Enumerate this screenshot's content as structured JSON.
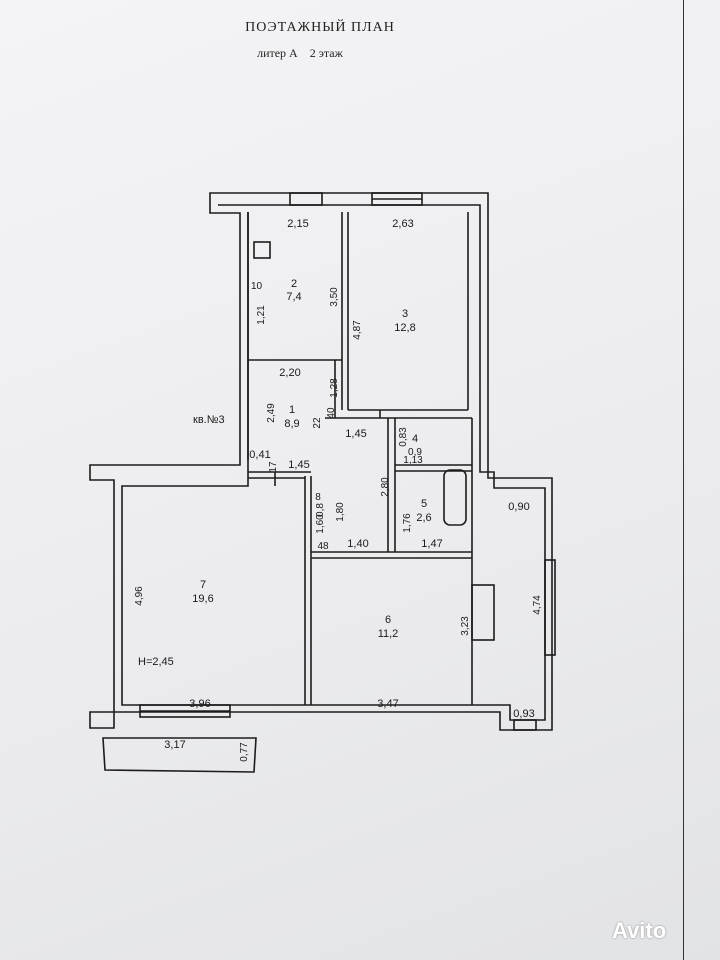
{
  "header": {
    "title": "ПОЭТАЖНЫЙ ПЛАН",
    "liter": "литер А",
    "floor": "2 этаж"
  },
  "apartment_label": "кв.№3",
  "height_label": "Н=2,45",
  "rooms": [
    {
      "number": "1",
      "area": "8,9"
    },
    {
      "number": "2",
      "area": "7,4"
    },
    {
      "number": "3",
      "area": "12,8"
    },
    {
      "number": "4",
      "area": "0,9"
    },
    {
      "number": "5",
      "area": "2,6"
    },
    {
      "number": "6",
      "area": "11,2"
    },
    {
      "number": "7",
      "area": "19,6"
    }
  ],
  "dimensions": [
    "2,15",
    "2,63",
    "10",
    "1,21",
    "3,50",
    "4,87",
    "2,20",
    "1,28",
    "2,49",
    "22",
    "40",
    "1,45",
    "0,83",
    "1,13",
    "0,41",
    "17",
    "1,45",
    "2,80",
    "8",
    "0,8",
    "1,60",
    "1,80",
    "1,76",
    "48",
    "1,40",
    "1,47",
    "0,90",
    "4,74",
    "3,23",
    "4,96",
    "3,96",
    "3,47",
    "0,93",
    "3,17",
    "0,77"
  ],
  "watermark": "Avito",
  "colors": {
    "line": "#1c1c1c",
    "paper": "#efeff1"
  }
}
